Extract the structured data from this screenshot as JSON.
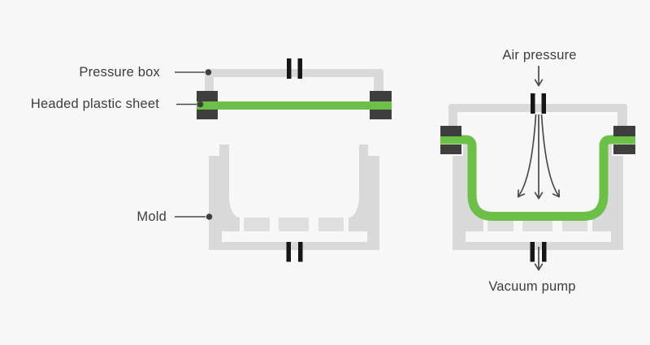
{
  "title": "Pressure forming diagram",
  "colors": {
    "background": "#f7f7f7",
    "mold_gray": "#d9d9d9",
    "block_gray": "#dfdfdf",
    "sheet_green": "#6cbf47",
    "clamp_dark": "#3e3e3e",
    "port_black": "#161616",
    "line_dark": "#4a4a4a",
    "text": "#3d3d3d"
  },
  "left_diagram": {
    "labels": {
      "pressure_box": "Pressure box",
      "heated_sheet": "Headed plastic sheet",
      "mold": "Mold"
    }
  },
  "right_diagram": {
    "labels": {
      "air_pressure": "Air pressure",
      "vacuum_pump": "Vacuum pump"
    }
  }
}
